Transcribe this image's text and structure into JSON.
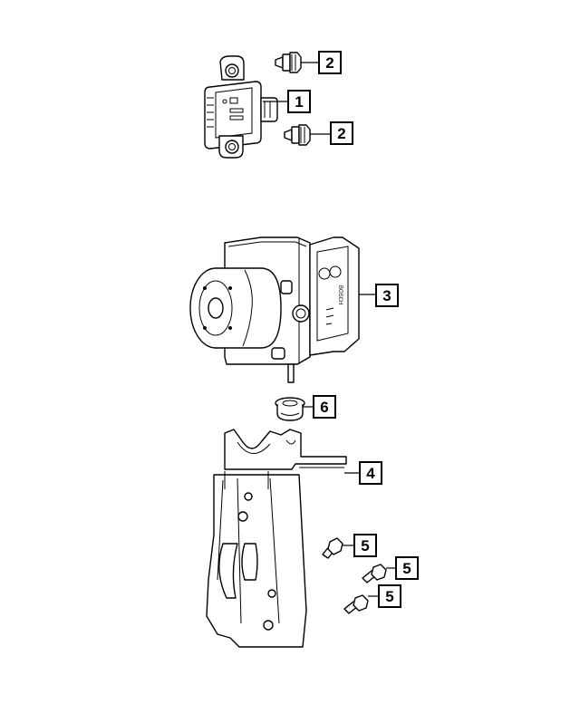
{
  "callouts": {
    "c1": "1",
    "c2a": "2",
    "c2b": "2",
    "c3": "3",
    "c4": "4",
    "c5a": "5",
    "c5b": "5",
    "c5c": "5",
    "c6": "6"
  },
  "labels": {
    "module_brand": "BOSCH"
  }
}
